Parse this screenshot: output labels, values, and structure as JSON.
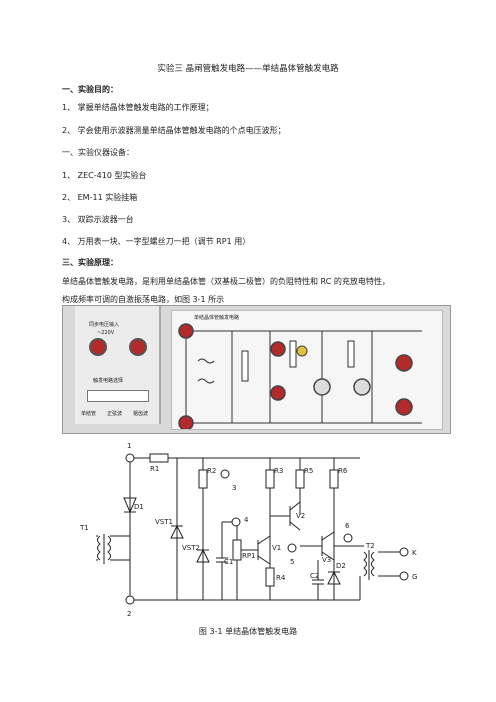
{
  "doc": {
    "title": "实验三 晶闸管触发电路——单结晶体管触发电路",
    "section1_heading": "一、实验目的：",
    "obj1": "1、 掌握单结晶体管触发电路的工作原理；",
    "obj2": "2、 学会使用示波器测量单结晶体管触发电路的个点电压波形；",
    "section_equip": "一、实验仪器设备：",
    "eq1": "1、 ZEC-410 型实验台",
    "eq2": "2、 EM-11 实验挂箱",
    "eq3": "3、 双踪示波器一台",
    "eq4": "4、 万用表一块、一字型螺丝刀一把（调节 RP1 用）",
    "section3_heading": "三、实验原理：",
    "para1": "单结晶体管触发电路，是利用单结晶体管（双基极二极管）的负阻特性和 RC 的充放电特性，",
    "para2": "构成频率可调的自激振荡电路，如图 3-1 所示",
    "caption": "图 3-1 单结晶体管触发电路"
  },
  "photo": {
    "panel_label1": "同步电压输入",
    "panel_label2": "~220V",
    "panel_label3": "触发电路选择",
    "panel_label4": "单结管",
    "panel_label5": "正弦波",
    "panel_label6": "锯齿波",
    "board_label": "单结晶体管触发电路"
  },
  "schematic": {
    "labels": [
      "1",
      "2",
      "3",
      "4",
      "5",
      "6",
      "R1",
      "R2",
      "R3",
      "R4",
      "R5",
      "R6",
      "RP1",
      "C1",
      "C2",
      "D1",
      "D2",
      "T1",
      "T2",
      "V1",
      "V2",
      "V3",
      "VST1",
      "VST2",
      "K",
      "G"
    ]
  }
}
